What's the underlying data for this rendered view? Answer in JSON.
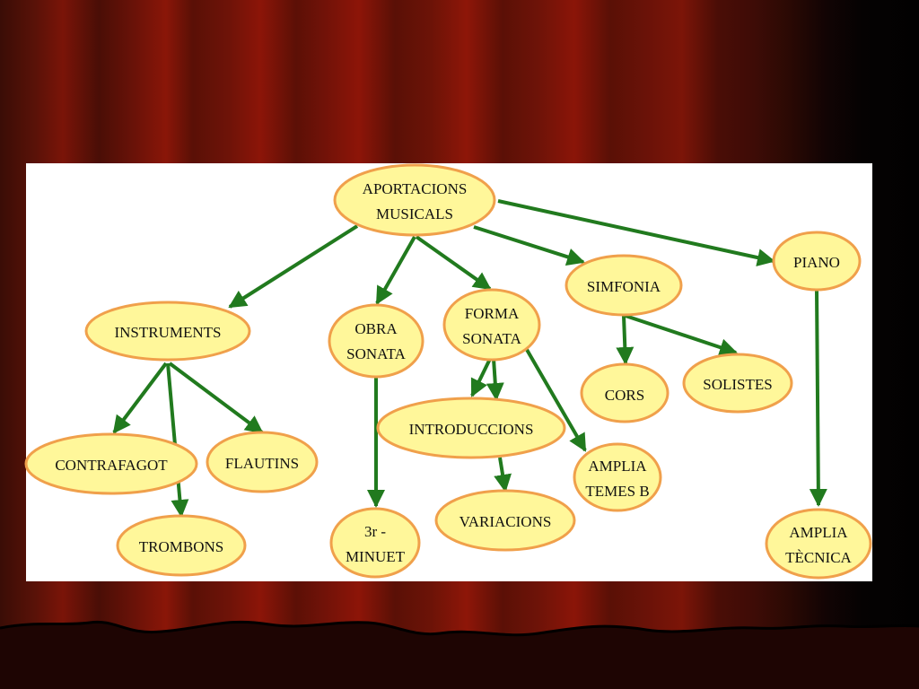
{
  "colors": {
    "node_fill": "#fff79a",
    "node_stroke": "#f0a04b",
    "edge": "#217a1e",
    "panel": "#ffffff",
    "curtain": "#7a1408"
  },
  "nodes": {
    "aportacions": {
      "lines": [
        "APORTACIONS",
        "MUSICALS"
      ]
    },
    "instruments": {
      "lines": [
        "INSTRUMENTS"
      ]
    },
    "obra_sonata": {
      "lines": [
        "OBRA",
        "SONATA"
      ]
    },
    "forma_sonata": {
      "lines": [
        "FORMA",
        "SONATA"
      ]
    },
    "simfonia": {
      "lines": [
        "SIMFONIA"
      ]
    },
    "piano": {
      "lines": [
        "PIANO"
      ]
    },
    "cors": {
      "lines": [
        "CORS"
      ]
    },
    "solistes": {
      "lines": [
        "SOLISTES"
      ]
    },
    "introduccions": {
      "lines": [
        "INTRODUCCIONS"
      ]
    },
    "contrafagot": {
      "lines": [
        "CONTRAFAGOT"
      ]
    },
    "flautins": {
      "lines": [
        "FLAUTINS"
      ]
    },
    "trombons": {
      "lines": [
        "TROMBONS"
      ]
    },
    "minuet": {
      "lines": [
        "3r -",
        "MINUET"
      ]
    },
    "variacions": {
      "lines": [
        "VARIACIONS"
      ]
    },
    "amplia_temes": {
      "lines": [
        "AMPLIA",
        "TEMES B"
      ]
    },
    "amplia_tecnica": {
      "lines": [
        "AMPLIA",
        "TÈCNICA"
      ]
    }
  },
  "edges": [
    [
      "aportacions",
      "instruments"
    ],
    [
      "aportacions",
      "obra_sonata"
    ],
    [
      "aportacions",
      "forma_sonata"
    ],
    [
      "aportacions",
      "simfonia"
    ],
    [
      "aportacions",
      "piano"
    ],
    [
      "instruments",
      "contrafagot"
    ],
    [
      "instruments",
      "trombons"
    ],
    [
      "instruments",
      "flautins"
    ],
    [
      "obra_sonata",
      "minuet"
    ],
    [
      "forma_sonata",
      "introduccions"
    ],
    [
      "forma_sonata",
      "amplia_temes"
    ],
    [
      "introduccions",
      "variacions"
    ],
    [
      "simfonia",
      "cors"
    ],
    [
      "simfonia",
      "solistes"
    ],
    [
      "piano",
      "amplia_tecnica"
    ]
  ]
}
